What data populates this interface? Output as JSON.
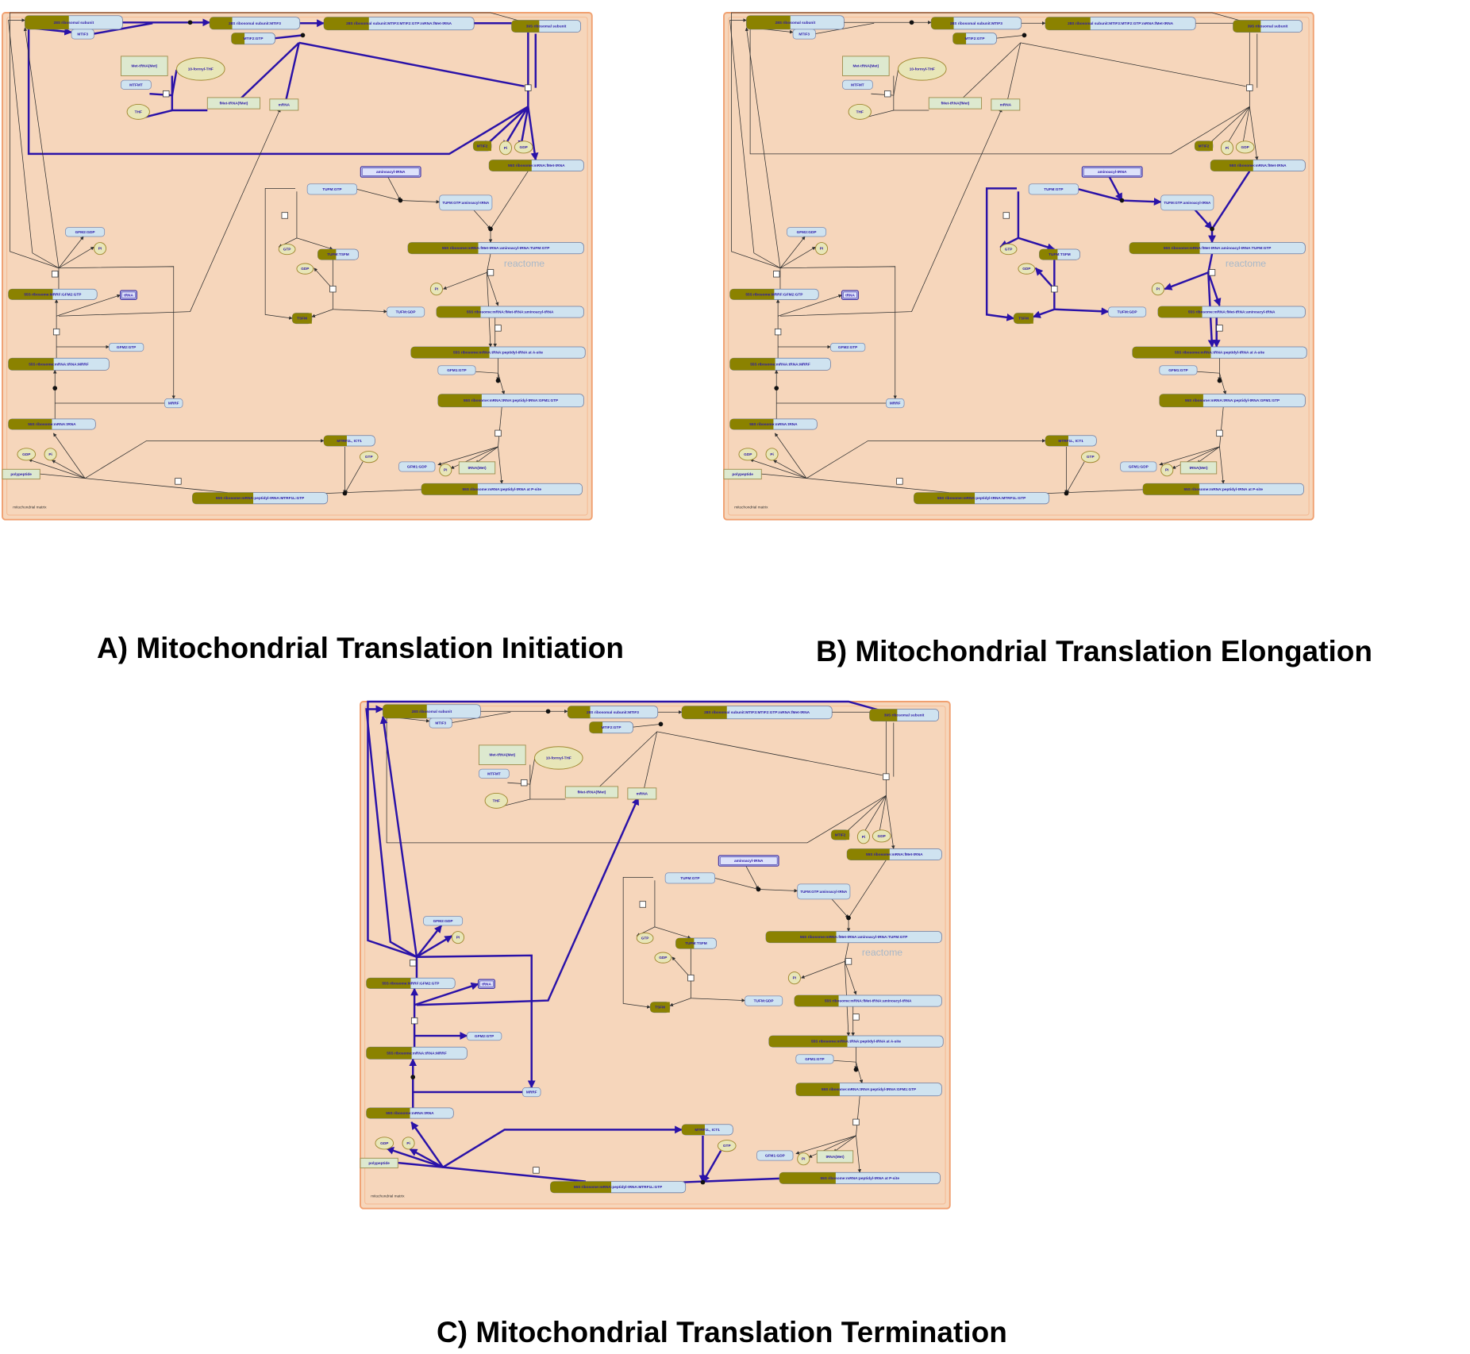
{
  "captions": {
    "a": "A) Mitochondrial Translation Initiation",
    "b": "B) Mitochondrial Translation Elongation",
    "c": "C) Mitochondrial Translation Termination"
  },
  "compartment_label": "mitochondrial matrix",
  "watermark": "reactome",
  "colors": {
    "panel_fill": "#f6d6bb",
    "panel_border": "#f0a070",
    "edge_normal": "#303030",
    "edge_highlight": "#2a12a8",
    "complex_left": "#8b8200",
    "complex_right": "#cfe3f0",
    "protein_fill": "#cfe3f0",
    "chemical_fill": "#e8e6b8",
    "chemical_stroke": "#a08830",
    "rna_fill": "#dde9cf",
    "set_fill": "#b8c0f0",
    "node_text": "#2a18a8"
  },
  "nodes": {
    "n28s": "28S ribosomal subunit",
    "n39s": "39S ribosomal subunit",
    "mtif3": "MTIF3",
    "n28s_mtif3": "28S ribosomal subunit:MTIF3",
    "mtif2_gtp": "MTIF2:GTP",
    "n28s_full": "28S ribosomal subunit:MTIF3:MTIF2:GTP:mRNA:fMet-tRNA",
    "met_trna": "Met-tRNA(Met)",
    "formyl_thf": "10-formyl-THF",
    "mtfmt": "MTFMT",
    "fmet_trna": "fMet-tRNA(fMet)",
    "thf": "THF",
    "mrna": "mRNA",
    "mtif2": "MTIF2",
    "pi": "Pi",
    "gdp": "GDP",
    "gtp": "GTP",
    "r55s_fmet": "55S ribosome:mRNA:fMet-tRNA",
    "aminoacyl": "aminoacyl-tRNA",
    "tufm_gtp": "TUFM:GTP",
    "tufm_gtp_aa": "TUFM:GTP:aminoacyl-tRNA",
    "r55s_tufm": "55S ribosome:mRNA:fMet-tRNA:aminoacyl-tRNA:TUFM:GTP",
    "tufm_tsfm": "TUFM:TSFM",
    "tsfm": "TSFM",
    "tufm_gdp": "TUFM:GDP",
    "r55s_aa": "55S ribosome:mRNA:fMet-tRNA:aminoacyl-tRNA",
    "r55s_asite": "55S ribosome:mRNA:tRNA:peptidyl-tRNA at A-site",
    "gfm1_gtp": "GFM1:GTP",
    "r55s_gfm1": "55S ribosome:mRNA:tRNA:peptidyl-tRNA:GFM1:GTP",
    "gfm1_gdp": "GFM1:GDP",
    "trna_met": "tRNA(Met)",
    "r55s_psite": "55S ribosome:mRNA:peptidyl-tRNA at P-site",
    "gfm2_gdp": "GFM2:GDP",
    "r55s_mrrf_gfm2": "55S ribosome:MRRF:GFM2:GTP",
    "trna": "tRNA",
    "gfm2_gtp": "GFM2:GTP",
    "r55s_mrrf": "55S ribosome:mRNA:tRNA:MRRF",
    "mrrf": "MRRF",
    "r55s_trna": "55S ribosome:mRNA:tRNA",
    "mtrf": "MTRF1L, ICT1",
    "polypeptide": "polypeptide",
    "r55s_mtrf": "55S ribosome:mRNA:peptidyl-tRNA:MTRF1L:GTP"
  }
}
